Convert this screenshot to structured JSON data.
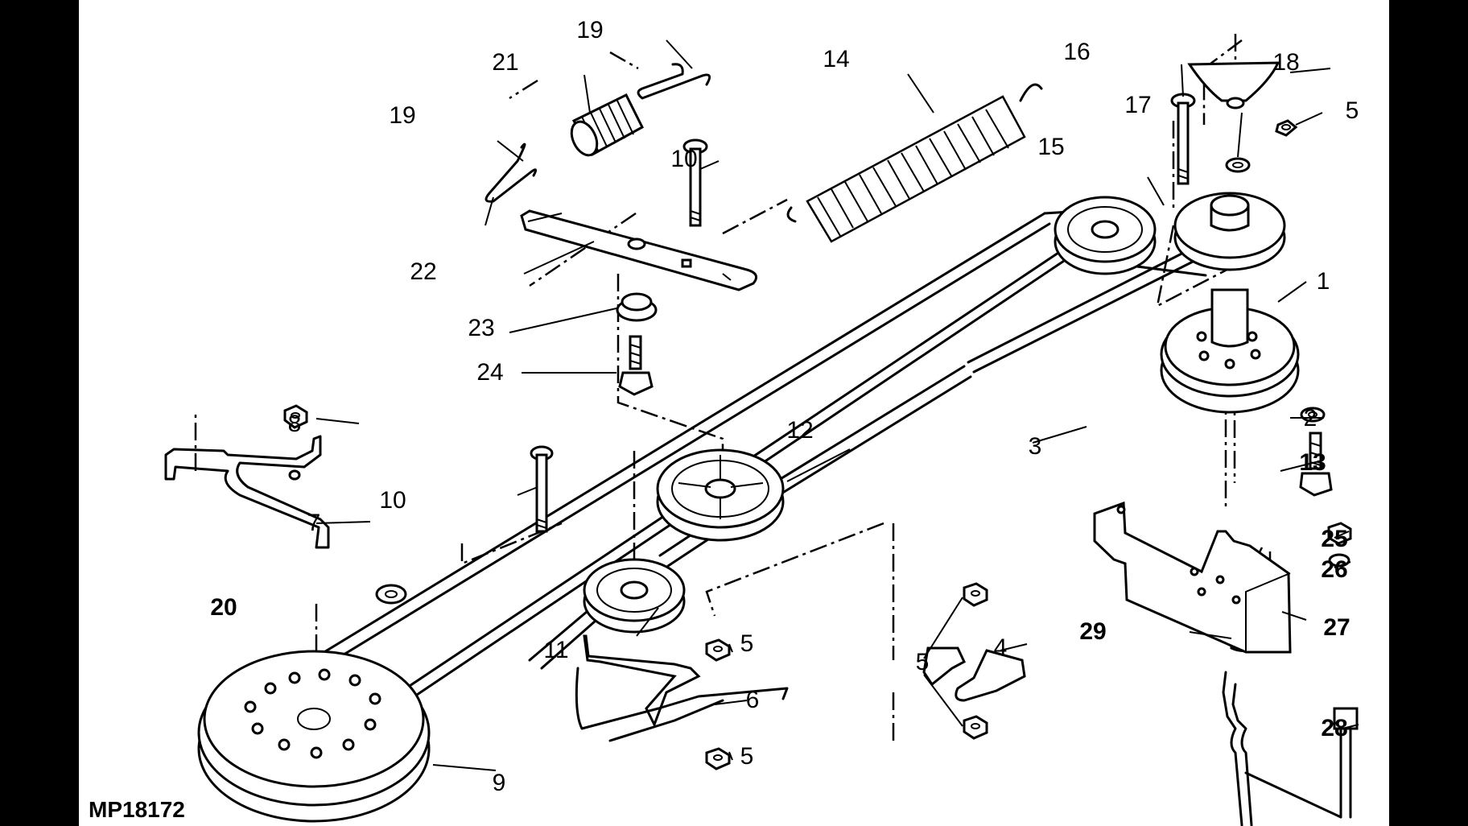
{
  "figure": {
    "code": "MP18172",
    "callouts": [
      {
        "id": "c1",
        "text": "1"
      },
      {
        "id": "c2",
        "text": "2"
      },
      {
        "id": "c3",
        "text": "3"
      },
      {
        "id": "c4",
        "text": "4"
      },
      {
        "id": "c5a",
        "text": "5"
      },
      {
        "id": "c5b",
        "text": "5"
      },
      {
        "id": "c5c",
        "text": "5"
      },
      {
        "id": "c5d",
        "text": "5"
      },
      {
        "id": "c6",
        "text": "6"
      },
      {
        "id": "c7",
        "text": "7"
      },
      {
        "id": "c8",
        "text": "8"
      },
      {
        "id": "c9",
        "text": "9"
      },
      {
        "id": "c10a",
        "text": "10"
      },
      {
        "id": "c10b",
        "text": "10"
      },
      {
        "id": "c11",
        "text": "11"
      },
      {
        "id": "c12",
        "text": "12"
      },
      {
        "id": "c13",
        "text": "13"
      },
      {
        "id": "c14",
        "text": "14"
      },
      {
        "id": "c15",
        "text": "15"
      },
      {
        "id": "c16",
        "text": "16"
      },
      {
        "id": "c17",
        "text": "17"
      },
      {
        "id": "c18",
        "text": "18"
      },
      {
        "id": "c19a",
        "text": "19"
      },
      {
        "id": "c19b",
        "text": "19"
      },
      {
        "id": "c20",
        "text": "20"
      },
      {
        "id": "c21",
        "text": "21"
      },
      {
        "id": "c22",
        "text": "22"
      },
      {
        "id": "c23",
        "text": "23"
      },
      {
        "id": "c24",
        "text": "24"
      },
      {
        "id": "c25",
        "text": "25"
      },
      {
        "id": "c26",
        "text": "26"
      },
      {
        "id": "c27",
        "text": "27"
      },
      {
        "id": "c28",
        "text": "28"
      },
      {
        "id": "c29",
        "text": "29"
      }
    ]
  }
}
